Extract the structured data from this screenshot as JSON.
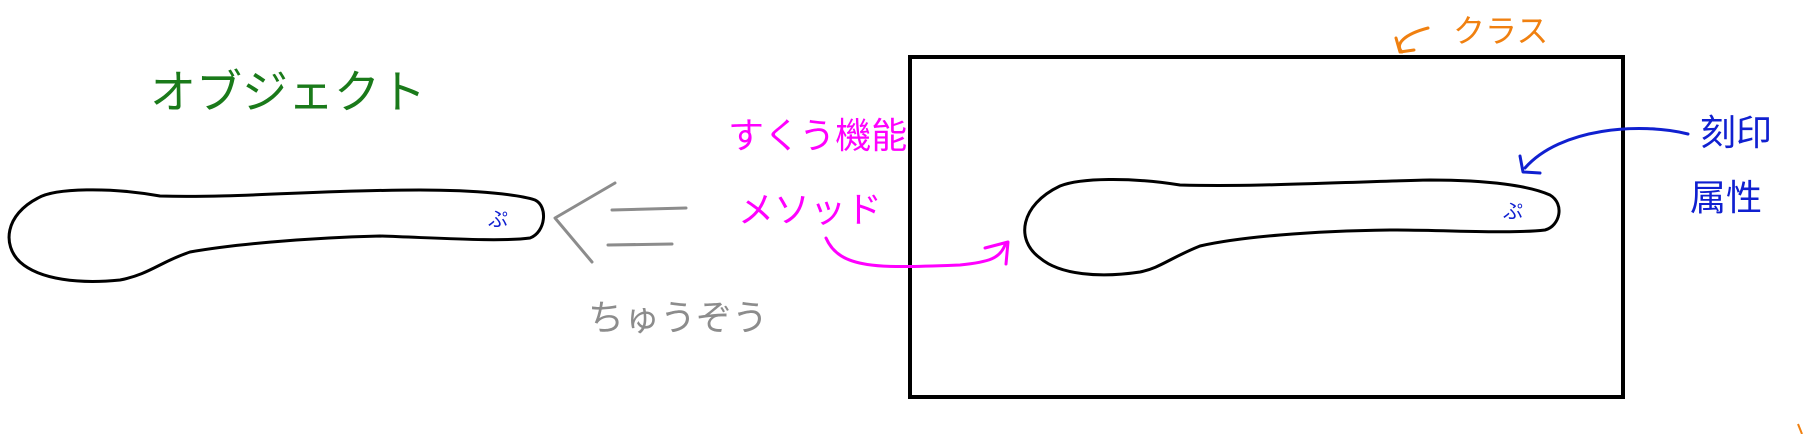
{
  "labels": {
    "object": "オブジェクト",
    "class": "クラス",
    "manufacture": "ちゅうぞう",
    "function": "すくう機能",
    "method": "メソッド",
    "engraving": "刻印",
    "attribute": "属性",
    "engraving_mark": "ぷ"
  },
  "colors": {
    "object": "#1a7a1a",
    "class": "#f08010",
    "manufacture": "#8c8c8c",
    "method": "#ff00ff",
    "attribute": "#1020d0",
    "outline": "#000000"
  }
}
